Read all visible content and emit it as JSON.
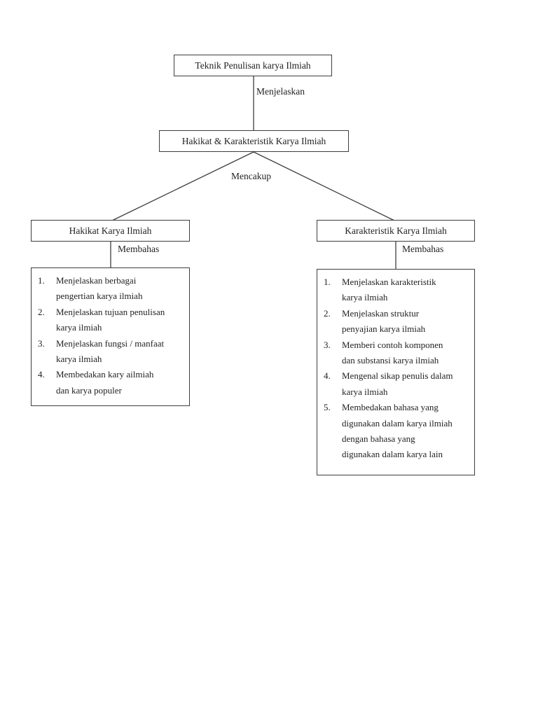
{
  "diagram": {
    "root_box": {
      "title": "Teknik Penulisan karya Ilmiah"
    },
    "root_connector_label": "Menjelaskan",
    "level2_box": {
      "title": "Hakikat & Karakteristik Karya Ilmiah"
    },
    "branch_connector_label": "Mencakup",
    "left_branch": {
      "title": "Hakikat Karya Ilmiah",
      "connector_label": "Membahas",
      "items": [
        {
          "num": "1.",
          "text": "Menjelaskan berbagai\npengertian karya ilmiah"
        },
        {
          "num": "2.",
          "text": "Menjelaskan tujuan penulisan\nkarya ilmiah"
        },
        {
          "num": "3.",
          "text": "Menjelaskan fungsi / manfaat\nkarya ilmiah"
        },
        {
          "num": "4.",
          "text": "Membedakan kary ailmiah\ndan karya populer"
        }
      ]
    },
    "right_branch": {
      "title": "Karakteristik Karya Ilmiah",
      "connector_label": "Membahas",
      "items": [
        {
          "num": "1.",
          "text": "Menjelaskan karakteristik\nkarya ilmiah"
        },
        {
          "num": "2.",
          "text": "Menjelaskan struktur\npenyajian karya ilmiah"
        },
        {
          "num": "3.",
          "text": "Memberi contoh komponen\ndan substansi karya ilmiah"
        },
        {
          "num": "4.",
          "text": "Mengenal sikap penulis dalam\nkarya ilmiah"
        },
        {
          "num": "5.",
          "text": "Membedakan bahasa yang\ndigunakan dalam karya ilmiah\ndengan bahasa yang\ndigunakan dalam karya lain"
        }
      ]
    },
    "colors": {
      "line": "#3d3d3d",
      "text": "#222222",
      "background": "#ffffff"
    }
  }
}
